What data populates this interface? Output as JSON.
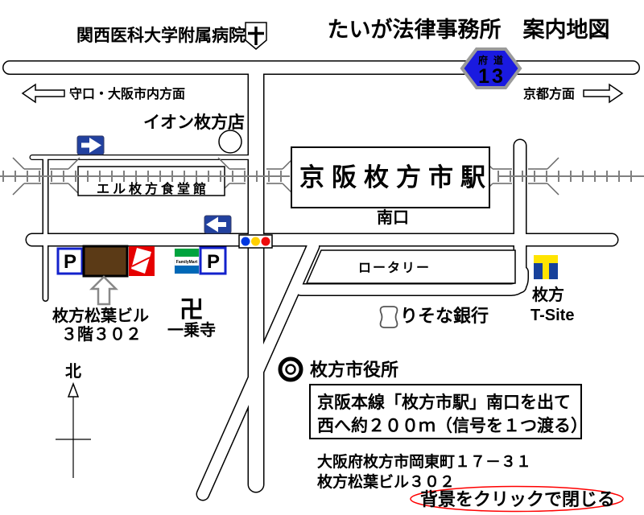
{
  "title": "たいが法律事務所　案内地図",
  "directions": {
    "west_label": "守口・大阪市内方面",
    "east_label": "京都方面",
    "route_sign": {
      "type": "府道",
      "number": "13"
    }
  },
  "landmarks": {
    "hospital": "関西医科大学附属病院",
    "aeon_store": "イオン枚方店",
    "food_hall": "エル枚方食堂館",
    "station": "京阪枚方市駅",
    "south_exit": "南口",
    "rotary": "ロータリー",
    "resona_bank": "りそな銀行",
    "tsite_line1": "枚方",
    "tsite_line2": "T-Site",
    "city_hall": "枚方市役所",
    "temple_mark": "卍",
    "temple_name": "一乗寺",
    "office_building_line1": "枚方松葉ビル",
    "office_building_line2": "３階３０２",
    "familymart": "FamilyMart",
    "parking": "P"
  },
  "compass_north": "北",
  "info_box": {
    "line1": "京阪本線「枚方市駅」南口を出て",
    "line2": "西へ約２００ｍ（信号を１つ渡る）"
  },
  "address": {
    "line1": "大阪府枚方市岡東町１７－３１",
    "line2": "枚方松葉ビル３０２"
  },
  "close_hint": "背景をクリックで閉じる",
  "colors": {
    "route_sign_blue": "#1a1ae0",
    "route_sign_border": "#9a9a9a",
    "oneway_blue": "#22419f",
    "signal_blue": "#0038e0",
    "signal_yellow": "#ffcf00",
    "signal_red": "#ee0b0b",
    "familymart_green": "#00a33e",
    "familymart_blue": "#0068b7",
    "familymart_text_blue": "#1a3f9f",
    "tsite_yellow": "#ffe400",
    "tsite_blue": "#17419b",
    "building_brown": "#5b3a16",
    "sign_red": "#e60000",
    "parking_blue": "#1322cc",
    "close_ellipse_red": "#ff0000",
    "railway_gray": "#808080"
  }
}
